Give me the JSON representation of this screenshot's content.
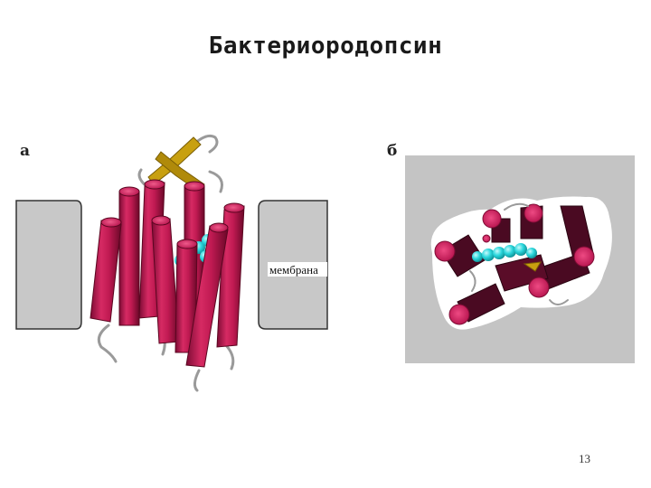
{
  "slide": {
    "title": "Бактериородопсин",
    "page_number": "13"
  },
  "panel_a": {
    "label": "а",
    "membrane_label": "мембрана"
  },
  "panel_b": {
    "label": "б"
  },
  "colors": {
    "helix": "#b5134d",
    "helix_dark": "#4a0a22",
    "retinal": "#2ad7dc",
    "beta_sheet": "#c8a010",
    "membrane": "#c8c8c8",
    "panel_b_bg": "#c4c4c4"
  }
}
